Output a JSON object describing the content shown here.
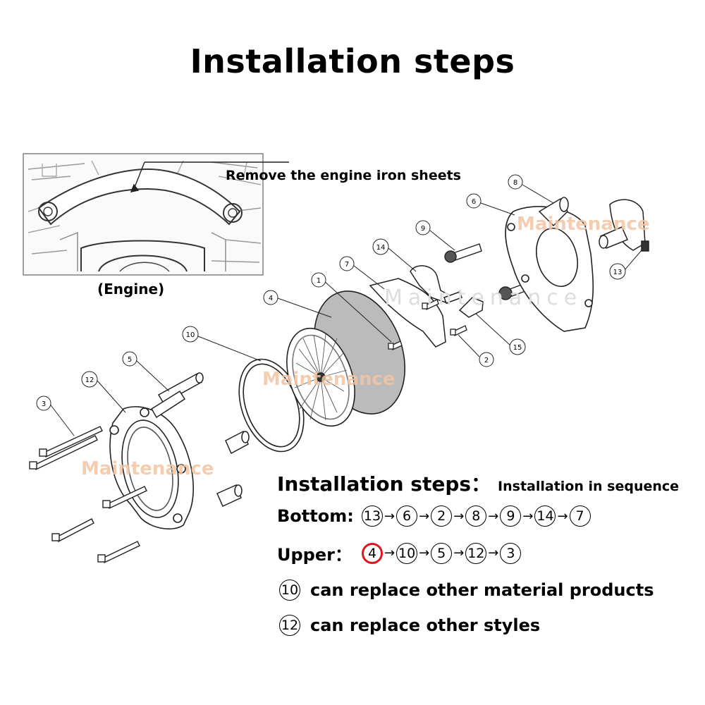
{
  "title": "Installation steps",
  "engine": {
    "caption": "(Engine)",
    "remove_label": "Remove the engine iron sheets"
  },
  "watermark": {
    "text": "Maintenance",
    "spaced": "Maintenance"
  },
  "parts": [
    "1",
    "2",
    "3",
    "4",
    "5",
    "6",
    "7",
    "8",
    "9",
    "10",
    "12",
    "13",
    "14",
    "15"
  ],
  "steps": {
    "title": "Installation steps：",
    "subtitle": "Installation in sequence",
    "bottom_label": "Bottom:",
    "bottom_sequence": [
      "13",
      "6",
      "2",
      "8",
      "9",
      "14",
      "7"
    ],
    "upper_label": "Upper：",
    "upper_sequence": [
      "4",
      "10",
      "5",
      "12",
      "3"
    ],
    "highlighted": "4",
    "notes": [
      {
        "number": "10",
        "text": "can replace other material products"
      },
      {
        "number": "12",
        "text": "can replace other styles"
      }
    ],
    "arrow": "→",
    "highlight_color": "#e0141e"
  }
}
